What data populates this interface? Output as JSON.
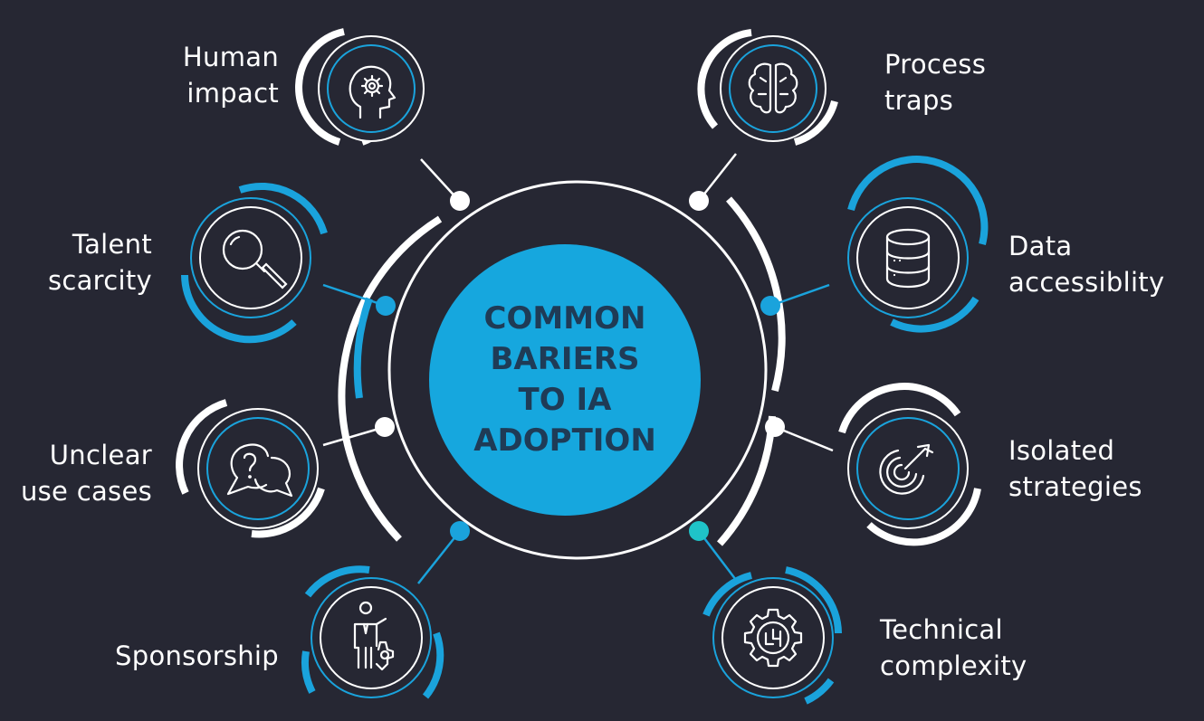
{
  "center": {
    "lines": [
      "COMMON",
      "BARIERS",
      "TO IA",
      "ADOPTION"
    ]
  },
  "nodes": [
    {
      "id": "human-impact",
      "lines": [
        "Human",
        "impact"
      ],
      "icon": "head-gear-icon",
      "variant": "white"
    },
    {
      "id": "process-traps",
      "lines": [
        "Process",
        "traps"
      ],
      "icon": "brain-icon",
      "variant": "white"
    },
    {
      "id": "talent-scarcity",
      "lines": [
        "Talent",
        "scarcity"
      ],
      "icon": "magnifier-icon",
      "variant": "blue"
    },
    {
      "id": "data-accessibility",
      "lines": [
        "Data",
        "accessiblity"
      ],
      "icon": "database-icon",
      "variant": "blue"
    },
    {
      "id": "unclear-use-cases",
      "lines": [
        "Unclear",
        "use cases"
      ],
      "icon": "question-chat-icon",
      "variant": "white"
    },
    {
      "id": "isolated-strategies",
      "lines": [
        "Isolated",
        "strategies"
      ],
      "icon": "target-arrow-icon",
      "variant": "white"
    },
    {
      "id": "sponsorship",
      "lines": [
        "Sponsorship"
      ],
      "icon": "businessman-gear-icon",
      "variant": "blue"
    },
    {
      "id": "technical-complexity",
      "lines": [
        "Technical",
        "complexity"
      ],
      "icon": "circuit-gear-icon",
      "variant": "blue"
    }
  ],
  "colors": {
    "background": "#262733",
    "accent_blue": "#1aa3dc",
    "accent_teal": "#1fc3c8",
    "white": "#ffffff",
    "center_fill": "#16a7de",
    "center_text": "#1f3b56"
  }
}
